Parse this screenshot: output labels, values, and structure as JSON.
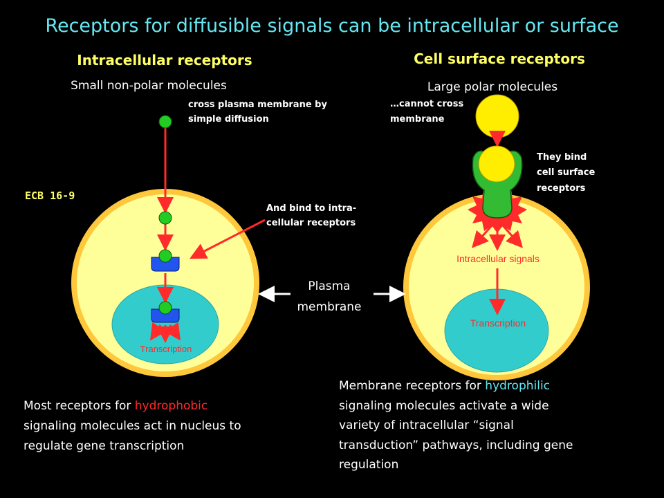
{
  "title": "Receptors for diffusible signals can be intracellular or surface",
  "left": {
    "heading": "Intracellular receptors",
    "subheading": "Small non-polar molecules",
    "note1_line1": "cross plasma membrane by",
    "note1_line2": "simple diffusion",
    "note2_line1": "And bind to intra-",
    "note2_line2": "cellular receptors",
    "ecb": "ECB 16-9",
    "transcription": "Transcription",
    "caption": {
      "line1_pre": "Most receptors for ",
      "line1_hl": "hydrophobic",
      "line2": "signaling molecules act in nucleus to",
      "line3": "regulate gene transcription"
    }
  },
  "center": {
    "membrane_line1": "Plasma",
    "membrane_line2": "membrane"
  },
  "right": {
    "heading": "Cell surface receptors",
    "subheading": "Large polar molecules",
    "note1_line1": "…cannot cross",
    "note1_line2": "membrane",
    "note2_line1": "They bind",
    "note2_line2": "cell surface",
    "note2_line3": "receptors",
    "intracellular_signals": "Intracellular signals",
    "transcription": "Transcription",
    "caption": {
      "line1_pre": "Membrane receptors for ",
      "line1_hl": "hydrophilic",
      "line2": "signaling molecules activate a wide",
      "line3": "variety of intracellular “signal",
      "line4": "transduction” pathways, including gene",
      "line5": "regulation"
    }
  },
  "colors": {
    "cell_fill": "#ffff99",
    "cell_edge": "#ffc83c",
    "nucleus": "#33cccc",
    "arrow": "#ff2a2a",
    "molecule_small": "#22cc22",
    "molecule_large": "#ffee00",
    "receptor_intra": "#2255ee",
    "receptor_surface": "#33bb33",
    "title": "#66e6f0",
    "heading": "#ffff66"
  }
}
